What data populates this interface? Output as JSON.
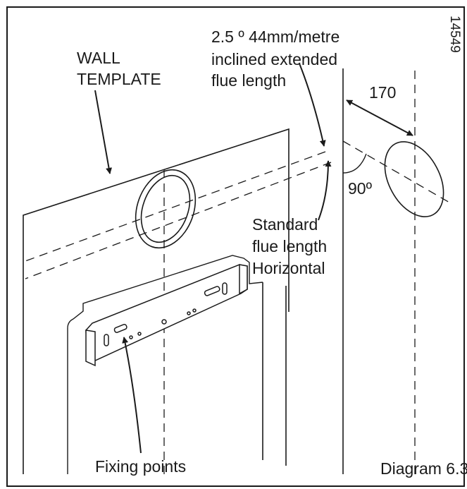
{
  "figure_id": "14549",
  "caption": "Diagram 6.3",
  "labels": {
    "wall_template_line1": "WALL",
    "wall_template_line2": "TEMPLATE",
    "inclined_line1": "2.5 º 44mm/metre",
    "inclined_line2": "inclined extended",
    "inclined_line3": "flue length",
    "dimension": "170",
    "angle": "90º",
    "standard_line1": "Standard",
    "standard_line2": "flue length",
    "standard_line3": "Horizontal",
    "fixing_points": "Fixing points"
  }
}
